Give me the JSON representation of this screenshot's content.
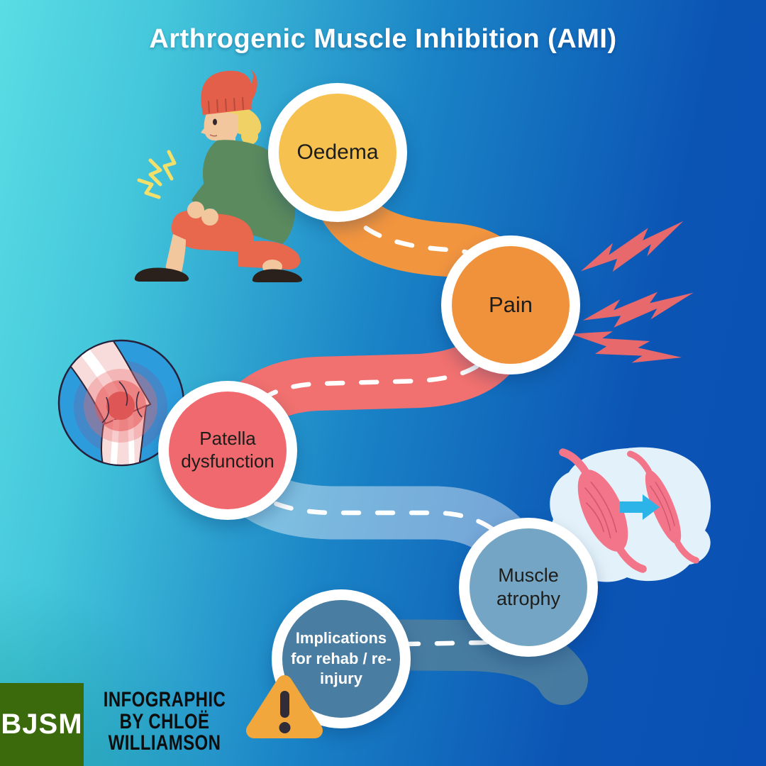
{
  "title": "Arthrogenic Muscle Inhibition (AMI)",
  "flow": {
    "nodes": [
      {
        "label": "Oedema",
        "color": "#F6C14E",
        "text_color": "#1D1D1B"
      },
      {
        "label": "Pain",
        "color": "#F0913C",
        "text_color": "#1D1D1B"
      },
      {
        "label": "Patella dysfunction",
        "color": "#F0696E",
        "text_color": "#1D1D1B"
      },
      {
        "label": "Muscle atrophy",
        "color": "#74A5C4",
        "text_color": "#1D1D1B"
      },
      {
        "label": "Implications for rehab / re-injury",
        "color": "#4A7DA2",
        "text_color": "#FFFFFF"
      }
    ],
    "connectors": [
      {
        "from": "Oedema",
        "to": "Pain",
        "color": "#F2953F",
        "style": "white-dashed-centerline"
      },
      {
        "from": "Pain",
        "to": "Patella dysfunction",
        "color": "#F0716F",
        "style": "white-dashed-centerline"
      },
      {
        "from": "Patella dysfunction",
        "to": "Muscle atrophy",
        "color": "rgba(255,255,255,0.42)",
        "style": "white-dashed-centerline"
      },
      {
        "from": "Muscle atrophy",
        "to": "Implications for rehab / re-injury",
        "color": "#4E7E9D",
        "style": "white-dashed-centerline"
      }
    ]
  },
  "icons": [
    {
      "name": "injured-person-illustration",
      "description": "person crouching holding painful knee"
    },
    {
      "name": "lightning-bolts-icon",
      "description": "three pain bolts beside Pain circle",
      "color": "#E7696B"
    },
    {
      "name": "knee-xray-icon",
      "description": "inflamed knee joint in blue circle",
      "color": "#2D9CDC"
    },
    {
      "name": "muscle-atrophy-icon",
      "description": "large muscle shrinking to small muscle with arrow",
      "color": "#F3758A"
    },
    {
      "name": "arrow-right-icon",
      "color": "#2CB3E8"
    },
    {
      "name": "warning-icon",
      "description": "orange triangle with exclamation mark",
      "color": "#F1A73B"
    }
  ],
  "footer": {
    "logo_text": "BJSM",
    "logo_bg": "#3A6A0C",
    "credit_lines": [
      "INFOGRAPHIC",
      "BY CHLOË",
      "WILLIAMSON"
    ]
  },
  "background": {
    "gradient_from": "#5ADDE4",
    "gradient_to": "#0A50B4"
  }
}
